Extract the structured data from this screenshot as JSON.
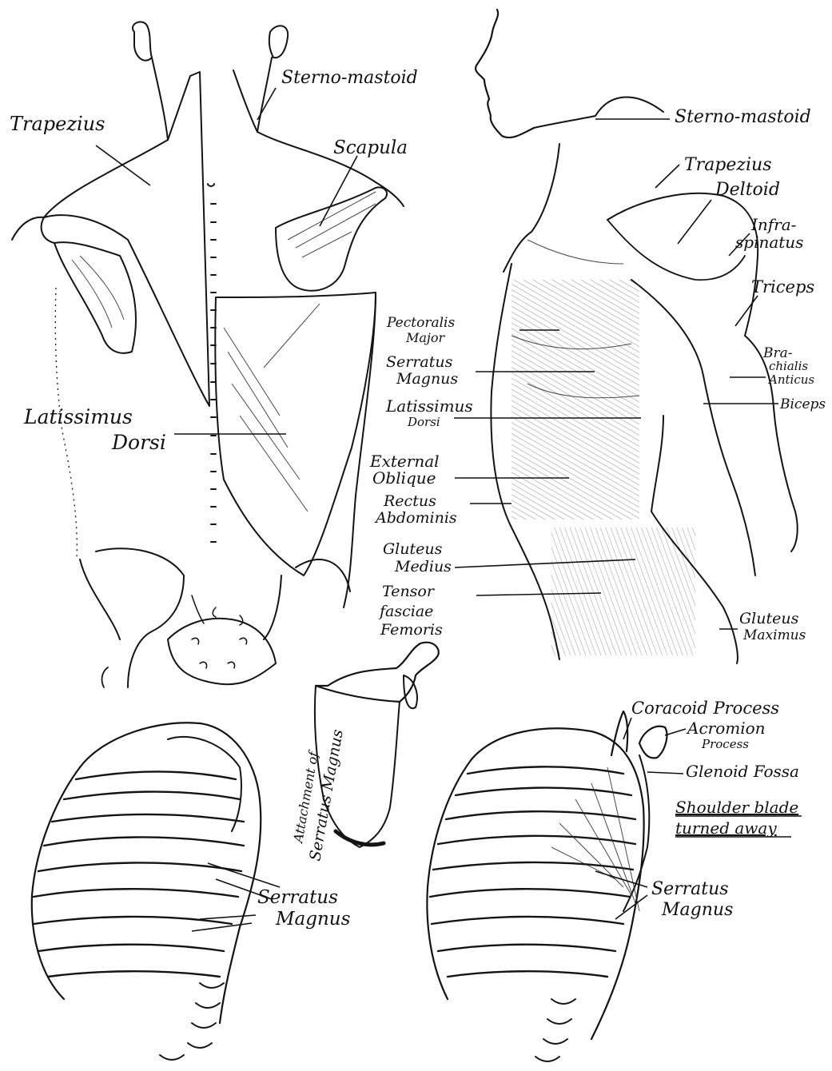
{
  "labels": {
    "trapezius_back": "Trapezius",
    "sterno_mastoid_back": "Sterno-mastoid",
    "scapula": "Scapula",
    "latissimus_back_1": "Latissimus",
    "latissimus_back_2": "Dorsi",
    "sterno_mastoid_side": "Sterno-mastoid",
    "trapezius_side": "Trapezius",
    "deltoid": "Deltoid",
    "infraspinatus_1": "Infra-",
    "infraspinatus_2": "spinatus",
    "triceps": "Triceps",
    "pectoralis_1": "Pectoralis",
    "pectoralis_2": "Major",
    "serratus_side_1": "Serratus",
    "serratus_side_2": "Magnus",
    "brachialis_1": "Bra-",
    "brachialis_2": "chialis",
    "brachialis_3": "Anticus",
    "biceps": "Biceps",
    "latissimus_side_1": "Latissimus",
    "latissimus_side_2": "Dorsi",
    "ext_oblique_1": "External",
    "ext_oblique_2": "Oblique",
    "rectus_1": "Rectus",
    "rectus_2": "Abdominis",
    "gluteus_medius_1": "Gluteus",
    "gluteus_medius_2": "Medius",
    "tensor_1": "Tensor",
    "tensor_2": "fasciae",
    "tensor_3": "Femoris",
    "gluteus_max_1": "Gluteus",
    "gluteus_max_2": "Maximus",
    "attachment_1": "Attachment of",
    "attachment_2": "Serratus Magnus",
    "serratus_left_1": "Serratus",
    "serratus_left_2": "Magnus",
    "coracoid": "Coracoid  Process",
    "acromion_1": "Acromion",
    "acromion_2": "Process",
    "glenoid": "Glenoid Fossa",
    "shoulder_1": "Shoulder blade",
    "shoulder_2": "turned away",
    "serratus_right_1": "Serratus",
    "serratus_right_2": "Magnus"
  }
}
